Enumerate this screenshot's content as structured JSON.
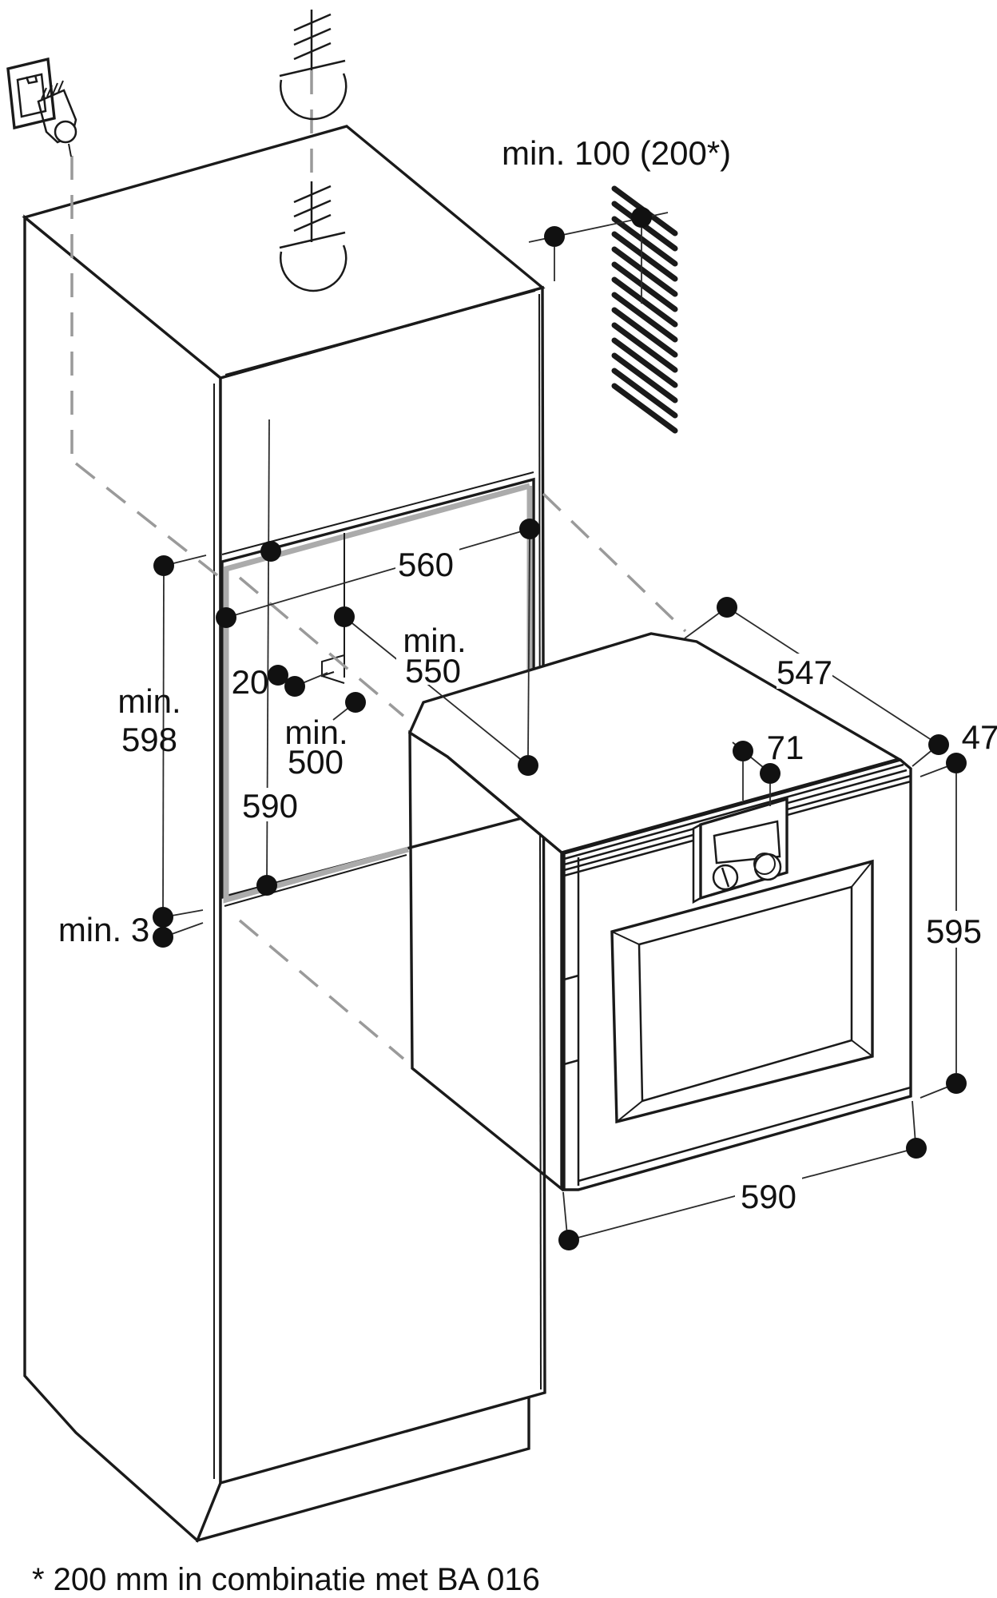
{
  "diagram": {
    "type": "oven-built-in-installation-drawing",
    "labels": {
      "top_clearance": "min. 100 (200*)",
      "niche_width": "560",
      "niche_depth_line1": "min.",
      "niche_depth_line2": "550",
      "oven_depth": "547",
      "socket_recess": "20",
      "niche_min_height_line1": "min.",
      "niche_min_height_line2": "598",
      "front_overhang": "47",
      "socket_distance_line1": "min.",
      "socket_distance_line2": "500",
      "panel_height": "71",
      "niche_height": "590",
      "bottom_gap": "min. 3",
      "oven_height": "595",
      "oven_width": "590",
      "footnote": "* 200 mm in combinatie met BA 016"
    },
    "icons": {
      "plug": "power-plug-icon",
      "vent_top": "air-vent-icon",
      "vent_cabinet": "air-vent-icon"
    },
    "colors": {
      "line": "#1a1a1a",
      "dimension_line": "#2b2b2b",
      "niche_outline_gray": "#ababab",
      "projection_dash_gray": "#9a9a9a",
      "oven_side_fill": "#f0f0f0",
      "background": "#ffffff"
    }
  }
}
